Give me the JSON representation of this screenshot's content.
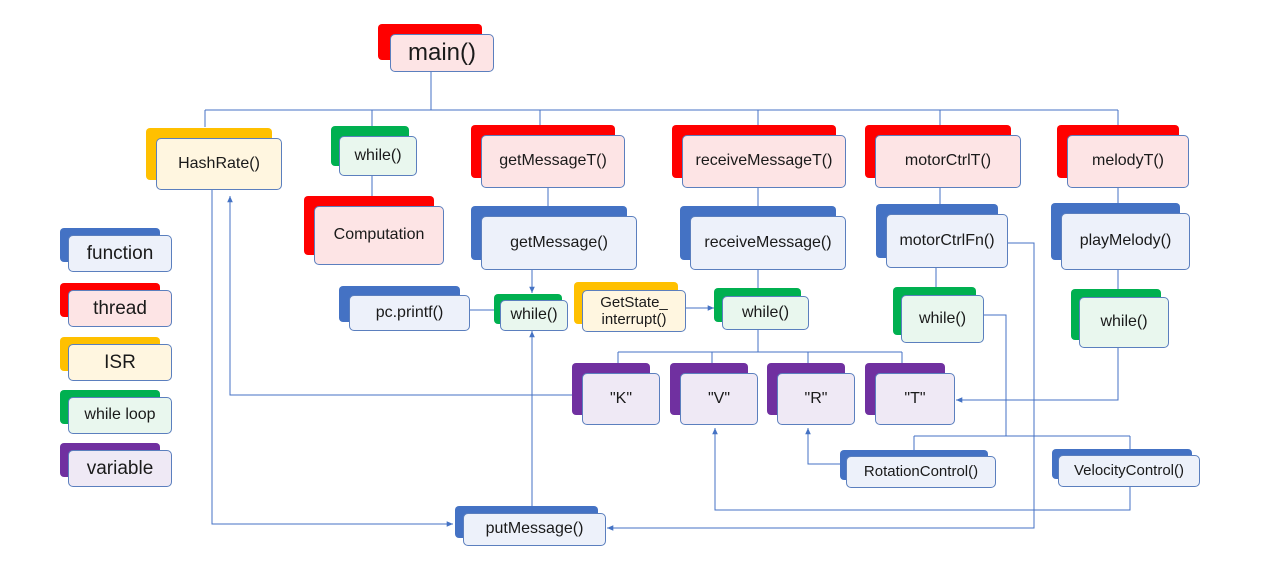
{
  "colors": {
    "function": "#4472c4",
    "thread": "#ff0000",
    "isr": "#ffc000",
    "while_loop": "#00b050",
    "variable": "#7030a0",
    "connector": "#4472c4"
  },
  "legend": {
    "function": "function",
    "thread": "thread",
    "isr": "ISR",
    "while_loop": "while loop",
    "variable": "variable"
  },
  "nodes": {
    "main": "main()",
    "hashrate": "HashRate()",
    "while_compute": "while()",
    "computation": "Computation",
    "getmessage_t": "getMessageT()",
    "getmessage": "getMessage()",
    "pc_printf": "pc.printf()",
    "while_getmsg": "while()",
    "getstate_interrupt": "GetState_ interrupt()",
    "receivemessage_t": "receiveMessageT()",
    "receivemessage": "receiveMessage()",
    "while_receive": "while()",
    "var_k": "\"K\"",
    "var_v": "\"V\"",
    "var_r": "\"R\"",
    "var_t": "\"T\"",
    "motorctrl_t": "motorCtrlT()",
    "motorctrlfn": "motorCtrlFn()",
    "while_motor": "while()",
    "rotationcontrol": "RotationControl()",
    "velocitycontrol": "VelocityControl()",
    "melody_t": "melodyT()",
    "playmelody": "playMelody()",
    "while_melody": "while()",
    "putmessage": "putMessage()"
  }
}
